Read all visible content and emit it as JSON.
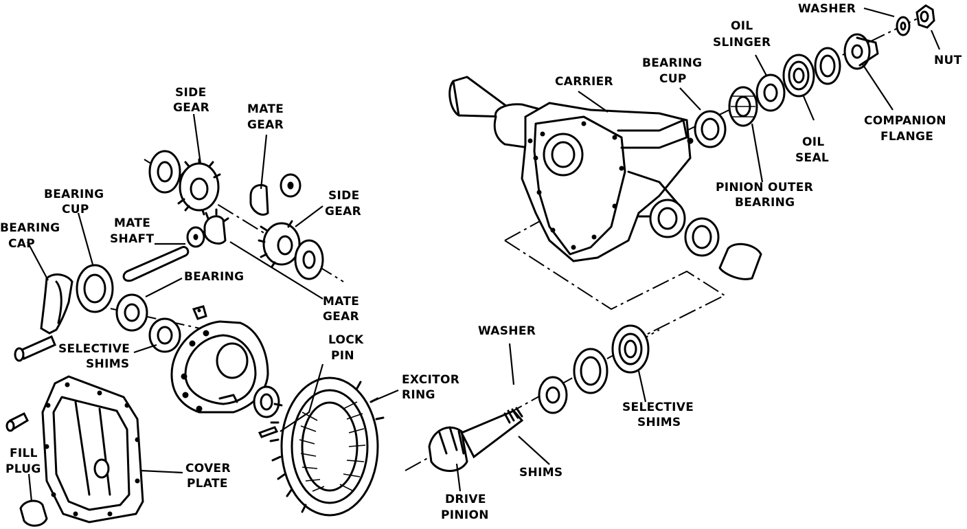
{
  "labels": {
    "washer_top": "WASHER",
    "nut": "NUT",
    "oil_slinger_1": "OIL",
    "oil_slinger_2": "SLINGER",
    "bearing_cup_r_1": "BEARING",
    "bearing_cup_r_2": "CUP",
    "carrier": "CARRIER",
    "companion_flange_1": "COMPANION",
    "companion_flange_2": "FLANGE",
    "oil_seal_1": "OIL",
    "oil_seal_2": "SEAL",
    "pinion_outer_bearing_1": "PINION OUTER",
    "pinion_outer_bearing_2": "BEARING",
    "side_gear_top_1": "SIDE",
    "side_gear_top_2": "GEAR",
    "mate_gear_top_1": "MATE",
    "mate_gear_top_2": "GEAR",
    "side_gear_right_1": "SIDE",
    "side_gear_right_2": "GEAR",
    "bearing_cup_l_1": "BEARING",
    "bearing_cup_l_2": "CUP",
    "bearing_cap_1": "BEARING",
    "bearing_cap_2": "CAP",
    "mate_shaft_1": "MATE",
    "mate_shaft_2": "SHAFT",
    "bearing_l": "BEARING",
    "mate_gear_low_1": "MATE",
    "mate_gear_low_2": "GEAR",
    "selective_shims_l_1": "SELECTIVE",
    "selective_shims_l_2": "SHIMS",
    "lock_pin_1": "LOCK",
    "lock_pin_2": "PIN",
    "excitor_ring_1": "EXCITOR",
    "excitor_ring_2": "RING",
    "washer_mid": "WASHER",
    "selective_shims_r_1": "SELECTIVE",
    "selective_shims_r_2": "SHIMS",
    "shims": "SHIMS",
    "drive_pinion_1": "DRIVE",
    "drive_pinion_2": "PINION",
    "fill_plug_1": "FILL",
    "fill_plug_2": "PLUG",
    "cover_plate_1": "COVER",
    "cover_plate_2": "PLATE"
  }
}
